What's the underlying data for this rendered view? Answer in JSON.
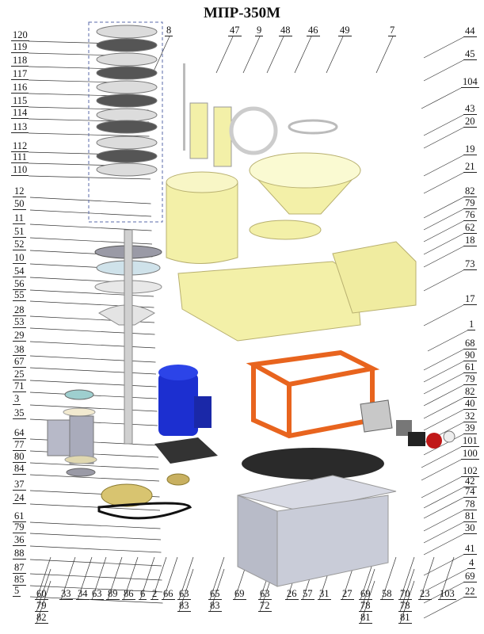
{
  "title": "МПР-350М",
  "labels": {
    "left": [
      "120",
      "119",
      "118",
      "117",
      "116",
      "115",
      "114",
      "113",
      "112",
      "111",
      "110",
      "12",
      "50",
      "11",
      "51",
      "52",
      "10",
      "54",
      "56",
      "55",
      "28",
      "53",
      "29",
      "38",
      "67",
      "25",
      "71",
      "3",
      "35",
      "64",
      "77",
      "80",
      "84",
      "37",
      "24",
      "61",
      "79",
      "36",
      "88",
      "87",
      "85",
      "5"
    ],
    "top": [
      "8",
      "47",
      "9",
      "48",
      "46",
      "49",
      "7"
    ],
    "right": [
      "44",
      "45",
      "104",
      "43",
      "20",
      "19",
      "21",
      "82",
      "79",
      "76",
      "62",
      "18",
      "73",
      "17",
      "1",
      "68",
      "90",
      "61",
      "79",
      "82",
      "40",
      "32",
      "39",
      "101",
      "100",
      "102",
      "42",
      "74",
      "78",
      "81",
      "30",
      "41",
      "4",
      "69",
      "22"
    ],
    "bottom": [
      "60",
      "79",
      "82",
      "33",
      "34",
      "63",
      "89",
      "86",
      "6",
      "2",
      "66",
      "63",
      "83",
      "65",
      "83",
      "69",
      "63",
      "72",
      "26",
      "57",
      "31",
      "27",
      "69",
      "78",
      "81",
      "58",
      "70",
      "78",
      "81",
      "23",
      "103"
    ]
  },
  "colors": {
    "housing": "#f3f0a8",
    "frame": "#e8641e",
    "motor": "#1c2fd0",
    "tray": "#c9ccd8",
    "disk": "#d8d8d8",
    "pulley": "#d8c470"
  }
}
